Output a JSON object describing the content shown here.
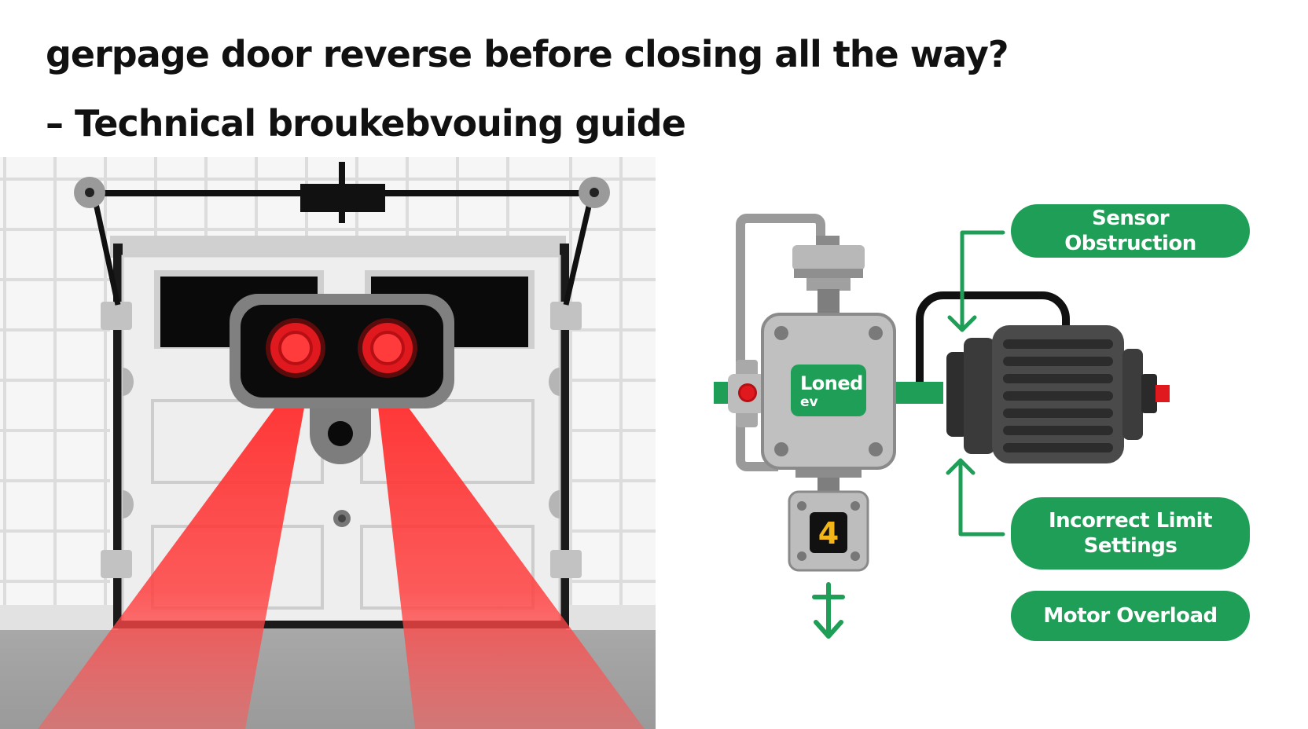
{
  "title": {
    "line1": "gerpage door reverse before closing all the way?",
    "line2": "– Technical broukebvouing guide"
  },
  "labels": {
    "sensor_obstruction": "Sensor Obstruction",
    "incorrect_limit_settings": "Incorrect Limit Settings",
    "motor_overload": "Motor Overload"
  },
  "control_box": {
    "label_main": "Loned",
    "label_sub": "ev"
  },
  "counter_digit": "4",
  "colors": {
    "accent_green": "#1e9e57",
    "sensor_red": "#e0191f",
    "beam_red": "#f23a3a",
    "metal_gray": "#bdbdbd",
    "motor_dark": "#4a4a4a",
    "digit_yellow": "#f2b619"
  }
}
